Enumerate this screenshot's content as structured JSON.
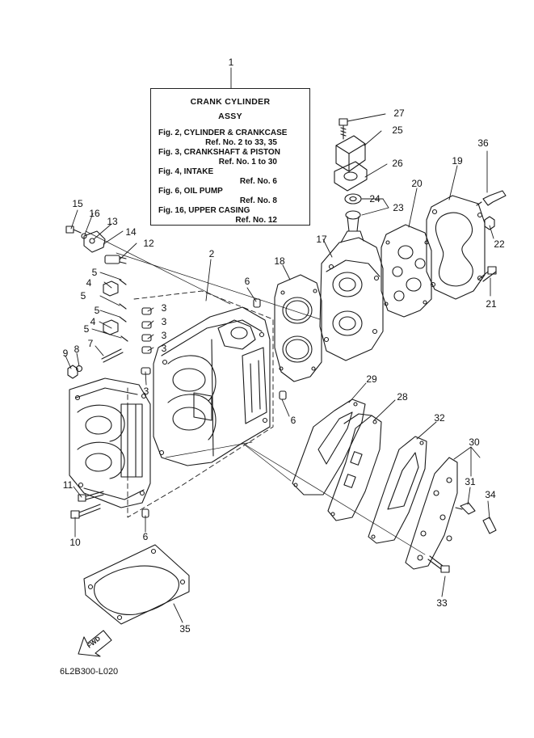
{
  "ref_box": {
    "title_line1": "CRANK CYLINDER",
    "title_line2": "ASSY",
    "entries": [
      {
        "fig": "Fig. 2, CYLINDER & CRANKCASE",
        "ref": "Ref. No. 2 to 33, 35"
      },
      {
        "fig": "Fig. 3, CRANKSHAFT & PISTON",
        "ref": "Ref. No. 1 to 30"
      },
      {
        "fig": "Fig. 4, INTAKE",
        "ref": "Ref. No. 6"
      },
      {
        "fig": "Fig. 6, OIL PUMP",
        "ref": "Ref. No. 8"
      },
      {
        "fig": "Fig. 16, UPPER CASING",
        "ref": "Ref. No. 12"
      }
    ]
  },
  "callouts": [
    "1",
    "2",
    "3",
    "3",
    "3",
    "3",
    "3",
    "4",
    "4",
    "5",
    "5",
    "5",
    "5",
    "6",
    "6",
    "6",
    "7",
    "8",
    "9",
    "10",
    "11",
    "12",
    "13",
    "14",
    "15",
    "16",
    "17",
    "18",
    "19",
    "20",
    "21",
    "22",
    "23",
    "24",
    "25",
    "26",
    "27",
    "28",
    "29",
    "30",
    "31",
    "32",
    "33",
    "34",
    "35",
    "36"
  ],
  "fwd_label": "FWD",
  "diagram_code": "6L2B300-L020"
}
